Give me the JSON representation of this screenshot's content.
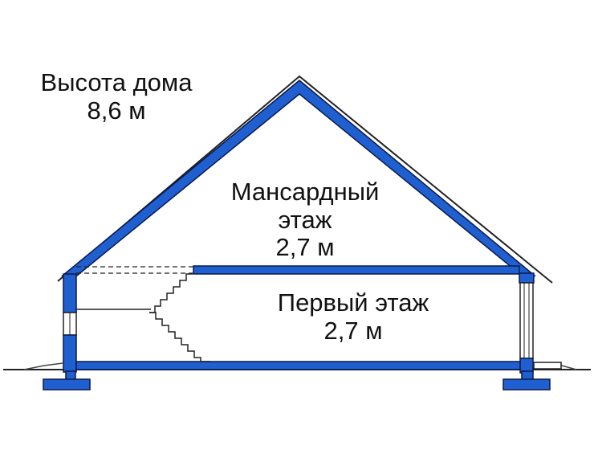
{
  "labels": {
    "house_height_title": "Высота дома",
    "house_height_value": "8,6 м",
    "attic_title_line1": "Мансардный",
    "attic_title_line2": "этаж",
    "attic_height": "2,7 м",
    "first_floor_title": "Первый этаж",
    "first_floor_height": "2,7 м"
  },
  "colors": {
    "structure_fill": "#1f5fd0",
    "outline": "#0a1a4a",
    "line": "#222222"
  }
}
